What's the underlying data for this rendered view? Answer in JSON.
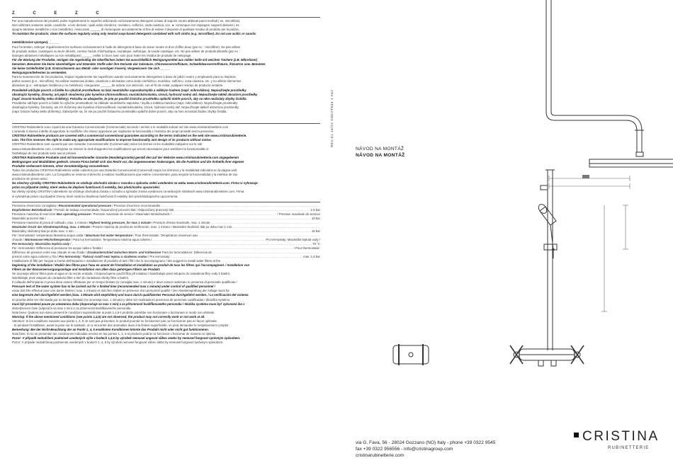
{
  "header": {
    "letters": [
      "Z",
      "C",
      "E",
      "Z",
      "C"
    ]
  },
  "maintenance": [
    {
      "t": "Per una manutenzione dei prodotti, pulire regolarmente le superfici utilizzando esclusivamente detergenti a base di sapone neutro abbinati panni morbidi ( es. microfibra).",
      "b": false
    },
    {
      "t": "Non utilizzare sostanze acide, caustiche, o loro derivati ; quali acido cloridrico, muriatico, solforico, soda caustica, ecc. ► comunque non impiegare supporti abrasivi ( es.",
      "b": false
    },
    {
      "t": "spugne abrasive metalliche o non metalliche). Assicurarsi ______ di risciacquare accuratamente al fine di evitare il deposito di qualsiasi residuo di prodotto per la pulizia.",
      "b": false
    },
    {
      "t": "To maintain the products; clean the surfaces regularly using only neutral soap-based detergents combined with soft cloths (e.g. microfiber). Do not use acidic or caustic",
      "b": true
    },
    {
      "t": "",
      "b": false
    },
    {
      "t": "metal/abrasive sponges). ______",
      "b": true
    },
    {
      "t": "Pour l'entretien, nettoyer régulièrement les surfaces exclusivement à l'aide de détergents à base de savon neutre et d'un chiffon doux (par ex. : microfibre). Ne pas utiliser",
      "b": false
    },
    {
      "t": "de produits acides, caustiques ou leurs dérivés, comme l'acide chlorhydrique, muriatique, sulfurique, la soude caustique, etc. Ne pas utiliser de produits abrasifs (par ex. :",
      "b": false
    },
    {
      "t": "éponges abrasives métalliques ou non métalliques) ______ veiller à rincer avec soin pour éviter les résidus de produits de nettoyage.",
      "b": false
    },
    {
      "t": "Für die Wartung der Produkte, reinigen Sie regelmäßig die Oberflächen indem Sie ausschließlich Reinigungsmittel aus milder Seife mit weichen Tüchern (z.B. Mikrofaser)",
      "b": true
    },
    {
      "t": "benutzen. Benutzen Sie keine säurehaltigen und ätzenden Stoffe oder ihre Derivate wie Salzsäure, Chlorwasserstoffsäure, Schwefelwasserstoffsäure, Ätznatron usw. Benutzen",
      "b": true
    },
    {
      "t": "Sie keine Schleifmittel (z.B. Kratzschwamm aus Metall- oder sonstigen Fasern). Vergewissern Sie sich ______",
      "b": true
    },
    {
      "t": "Reinigungsmittelresten zu vermeiden.",
      "b": true
    },
    {
      "t": "Para la manutención de los productos, limpiar regularmente las superficies usando exclusivamente detergentes a base de jabón neutro y empleando para su limpieza",
      "b": false
    },
    {
      "t": "paños suaves (p.e.: microfibra). No utilizar sustancias ácidas, cáusticas o derivados como ácido clorhídrico, muriático, sulfúrico, sosa cáustica, etc. y no utilizar elementos",
      "b": false
    },
    {
      "t": "abrasivos (p.e.: estropajos metálicos y no metálicos). Asegurarse ______ de aclarar con atención, con el fin de evitar cualquier residuo de producto restante.",
      "b": false
    },
    {
      "t": "Pravidelně udržujte povrch a čistěte ho výlučně prostředkem na bázi neutrálního saponátu/mýdla a měkkým hadrem (např. mikrovlákno). Nepoužívejte prostředky",
      "b": true
    },
    {
      "t": "obsahující kyseliny, žíraviny, ani jejich sloučeniny jako kyselina chlorovodíková, muriatická/solanka, sírová, hydroxid sodný atd. Nepoužívejte taktéž abrazivní prostředky",
      "b": true
    },
    {
      "t": "(např. brusné houbičky nebo drátěnky). Pokožku se ubezpečte, že jste po použití čisticího prostředku opláchli dobře povrch, aby na něm nezůstaly zbytky čistidla.",
      "b": true
    },
    {
      "t": "Pravidelne udržujte povrch a čistite ho výlučne prostriedkom na základe neutrálneho saponátu / mydla a mäkkou handrou (napr. mikrovlákno). Nepoužívajte prostriedky",
      "b": false
    },
    {
      "t": "obsahujúce kyseliny, žieraviny, ani ich zlúčeniny ako kyselina chlorovodíková, muriatická/solanka, sírová, hydroxid sodný atď. Nepoužívajte taktiež abrazívne prostriedky",
      "b": false
    },
    {
      "t": "(napr. brúsne hubky alebo drôtenky). Zabezpečte sa, že ste po použití čistiaceho prostriedku opláchli dobre povrch, aby na ňom nezostali žiadne zbytky čistidla.",
      "b": false
    }
  ],
  "guarantee": [
    {
      "t": "                    CRISTINA Rubinetterie sono coperti da una Garanzia Convenzionale (Commerciale) secondo i termini e le modalità indicati nel sito www.cristinarubinetterie.com",
      "b": false
    },
    {
      "t": "L'azienda si riserva il diritto di apportare le modifiche che ritiene opportune per migliorare la funzionalità e l'estetica dei propri prodotti senza preavviso.",
      "b": false
    },
    {
      "t": "      CRISTINA Rubinetterie products are covered with a commercial conventional guarantee according to the terms indicated on the web site www.cristinarubinetterie.",
      "b": true
    },
    {
      "t": "com. The firm reserves the right to make any appropriate modifications to improve functionality and design of its products without notice.",
      "b": true
    },
    {
      "t": "                           CRISTINA Rubinetterie sont couverts par une Garantie Conventionnelle (Commerciale) selon les termes et les modalités indiquées sur le site",
      "b": false
    },
    {
      "t": "www.cristinarubinetterie.com. L'entreprise se réserve le droit d'apporter les modifications qui seront nécessaires pour améliorer la fonctionnalité et",
      "b": false
    },
    {
      "t": "l'esthétique de ses produits sans aucun préavis.",
      "b": false
    },
    {
      "t": "      CRISTINA Rubinetterie Produkte sind mit konventioneller Garantie (Handelsgarantie) gemäß den auf der Website www.cristinarubinetterie.com angegebenen",
      "b": true
    },
    {
      "t": "Bedingungen und Modalitäten gedeckt. Unsere Firma behält sich das Recht vor, die angemessenen Änderungen, die die Funktion und die Ästhetik ihrer eigenen",
      "b": true
    },
    {
      "t": "Produkte verbessern können, ohne Vorankündigung vorzunehmen.",
      "b": true
    },
    {
      "t": "Todos los productos CRISTINA Rubinetterie están cubiertos por una Garantía Convencional (Comercial) según los términos y la modalidad indicados en la página web",
      "b": false
    },
    {
      "t": "www.cristinarubinetterie.com. La Compañía se reserva el derecho a realizar modificaciones que estime convenientes, para mejorar la funcionalidad y la estética de sus",
      "b": false
    },
    {
      "t": "productos sin previo aviso.",
      "b": false
    },
    {
      "t": "Na všechny výrobky CRISTINA Rubinetterie se vztahuje obchodní záruka v rozsahu a způsobu zněni uvedeném na webu www.cristinarubinetterie.com. Firma si vyhrazuje",
      "b": true
    },
    {
      "t": "právo na případné změny, které vedou ke zlepšení funkčnosti či estetiky, bez předchozího upozornění.",
      "b": true
    },
    {
      "t": "Na všetky výrobky CRISTINA rubinetterie sa vzťahuje obchodná záruka v rozsahu a spôsobe znenia uvedenom na webových stránkach www.cristinarubinetterie.com. Firma",
      "b": false
    },
    {
      "t": "si vyhradzuje právo na prípadné zmeny, ktoré vedú ku zlepšeniu funkčnosti či estetiky, bez predchádzajúceho upozornenia.",
      "b": false
    }
  ],
  "specs": [
    {
      "t": "Pressione d'esercizio consigliata / ",
      "b": "Recommended operational pressure",
      "t2": " / Pression d'exercice recommandée",
      "v": ""
    },
    {
      "t": "",
      "b": "Empfohlener Betriebsdruck",
      "t2": " / Presión de trabajo recomendada / Doporučený provozní tlak / Odporúčaný pracovný tlak",
      "v": "1-5 bar"
    },
    {
      "t": "Pressione massima di esercizio/ ",
      "b": "Max operating pressure",
      "t2": " / Pression maximale de service / Maximaler Betriebsdruck /",
      "v": "/ Pression maximale de service/"
    },
    {
      "t": "Maximální provozní tlak /",
      "b": "",
      "t2": "",
      "v": "10 bar"
    },
    {
      "t": "Pressione massima di prova di collaudo, max. 1 minuto / ",
      "b": "Highest testing pressure, for max 1 minute",
      "t2": " / Pression d'essai maximale, max. 1 minute",
      "v": ""
    },
    {
      "t": "",
      "b": "Maximaler Druck der Abnahmeprüfung, max. 1 Minute",
      "t2": " / Presión máxima de prueba de verificación, max. 1 minuto / Maximální zkušební tlak po dobu max 1 min.",
      "v": ""
    },
    {
      "t": "Maximálny skúšobný tlak po dobu max. 1 min ",
      "b": "",
      "t2": "",
      "v": "16 bar"
    },
    {
      "t": "Per i termostatici: temperatura Massima acqua calda / ",
      "b": "Maximum hot water temperature",
      "t2": " / Pour thermostatic: Température maximum eau",
      "v": ""
    },
    {
      "t": "chaude / ",
      "b": "Warmwasser-Höchsttemperatur",
      "t2": " / Para los termostatos: Temperatura máxima agua caliente / ",
      "v": "Pro termostaty: Maximální teplota vody /"
    },
    {
      "t": "",
      "b": "Pre termostaty: Maximálna teplota vody",
      "t2": " / ",
      "v": "70 °C"
    },
    {
      "t": "Per i termostatici: Differenza di pressione tra acqua calda e fredda /",
      "b": "",
      "t2": "",
      "v": "/ Pour thermostatic:"
    },
    {
      "t": "Différence de pression entre eau chaude et eau froide / ",
      "b": "Druckunterschied zwischen Warm- und Kaltwasser",
      "t2": " Para los termostáticos: Diferencia de",
      "v": ""
    },
    {
      "t": "presión entre agua caliente y fría / ",
      "b": "Pro termostaty: Tlakový rozdíl mezi teplou a studenou vodou",
      "t2": " / Pre termostaty: ",
      "v": "max. 1,5 bar"
    }
  ],
  "notes": [
    {
      "t": "Installazione di filtri per l'acqua a monte dell'impianto e installazione di prodotto di tutti i filtri che lo accompagnano / We suggest to install water filters at the",
      "b": false
    },
    {
      "t": "beginning of the installation / Établir des filtres pour l'eau en amont de l'installation et installation au produit de tous les filtres qui l'accompagnent. / Installation von",
      "b": true
    },
    {
      "t": "Filtern an der Wasserversorgungsanlage und Installation von allen dazu gehörigen Filtern am Produkt.",
      "b": true
    },
    {
      "t": "Se aconseja utilizar filtros para el agua en la red de entrada. / Doporučujeme použít filtry při instalaci / Nainštalujte pred vstupom do zariadenia filtry vody k batérii.",
      "b": false
    },
    {
      "t": "Nainštalujte pred vstupom do zariadenia filter a tieň do zariadenia všetky filtre a batérii.",
      "b": false
    },
    {
      "t": "Il collaudo dell'impianto in prova deve essere effettuato per un tempo limitato (si consiglia max. 1 minuto) e deve essere realizzato in presenza di personale qualificato /",
      "b": false
    },
    {
      "t": "Pressure test of the water system has to be carried out for a limited time (recommended max 1 minute) under control of qualified personnel /",
      "b": true
    },
    {
      "t": "essai doit être effectué pour une durée limitée ( max. 1 minute) et doit être réalisé en présence d'un personnel qualifié / Die Abnahmeprüfung der Anlage muss für",
      "b": false
    },
    {
      "t": "eine begrenzte Zeit durchgeführt werden (max. 1 Minute wird empfohlen) und muss durch qualifiziertes Personal durchgeführt werden. / La verificación del sistema",
      "b": true
    },
    {
      "t": "en prueba debe ser efectuada por un tiempo limitado (se aconseja max. 1 minuto) y debe ser realizada en presencia de personas cualificadas / Zkouška systému",
      "b": false
    },
    {
      "t": "musí být provedená pouze po omezenou dobu (doporučuje se max 1 min) a za přítomnosti kvalifikovaného personálu / Skúška systému musí byť vykonaná iba v",
      "b": true
    },
    {
      "t": "obmedzenom čase (odporúča sa max 1 min) a za prítomnosti kvalifikovaného personálu.",
      "b": false
    },
    {
      "t": "Nota bene: Qualora non siano presenti le condizioni sopraindicate ai punti 1,4,5 il prodotto potrebbe non funzionare o funzionare in modo non ottimale.",
      "b": false
    },
    {
      "t": "Warning: If the above mentioned conditions (see points 1,4,5) are not observed, the product may not correctly work or not work at all.",
      "b": true
    },
    {
      "t": "Attention: Si les conditions suivants aux points 1, 4, 5 ne sont pas présentes, le produit pourrait ne fonctionner pas ou fonctionner pas en façon optimale.",
      "b": false
    },
    {
      "t": "- Si pendant l'installation, avant la pose sur le sanitaire, on a rencontré des anomalies dues à la finition superficielle, on peut demander le remplacement complet",
      "b": false
    },
    {
      "t": "Bemerkung: Bei der Nicht-Beachtung der an Punkt 1, 4, 5 erwähnten Konditionen könnte das Produkt nicht oder nicht gut funktionieren.",
      "b": true
    },
    {
      "t": "Nota bien: Si no se presentan las condiciones indicadas encima en los puntos 1, 4, 5 el producto podría no funcionar o funcionar de manera no óptima.",
      "b": false
    },
    {
      "t": "Pozor: V případě nedodržení podmínek uvedených výše v bodech 1,4,5 by výrobek nemusel  ungovat vůbec anebo by nemusel fungovat správným způsobem.",
      "b": true
    },
    {
      "t": "Pozor: V prípade nedodržania podmienok uvedených v bodoch 1, 4, 5 by výrobok nemusel fungovať vôbec alebo by nemusel fungovať správnym spôsobom.",
      "b": false
    }
  ],
  "side_code": "REV.01  10/22  CM1AT634 1 A52",
  "title": {
    "line1": "NÁVOD NA MONTÁŽ",
    "line2": "NÁVOD NA MONTÁŽ"
  },
  "logo": {
    "name": "CRISTINA",
    "sub": "RUBINETTERIE"
  },
  "contact": {
    "line1": "via G. Fava, 56 - 28024 Gozzano (NO) Italy - phone +39 0322 9545",
    "line2": "fax +39 0322 956556 - info@cristinagroup.com",
    "line3": "cristinarubinetterie.com"
  }
}
